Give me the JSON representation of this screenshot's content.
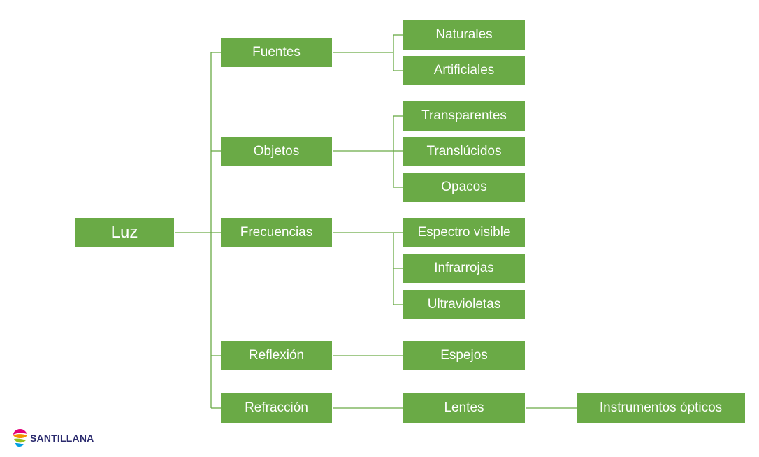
{
  "diagram": {
    "root": "Luz",
    "branches": [
      {
        "label": "Fuentes",
        "children": [
          "Naturales",
          "Artificiales"
        ]
      },
      {
        "label": "Objetos",
        "children": [
          "Transparentes",
          "Translúcidos",
          "Opacos"
        ]
      },
      {
        "label": "Frecuencias",
        "children": [
          "Espectro visible",
          "Infrarrojas",
          "Ultravioletas"
        ]
      },
      {
        "label": "Reflexión",
        "children": [
          "Espejos"
        ]
      },
      {
        "label": "Refracción",
        "children": [
          "Lentes"
        ],
        "grandchild": "Instrumentos ópticos"
      }
    ],
    "color": "#6aaa46"
  },
  "logo": {
    "name": "santillana-logo",
    "text": "SANTILLANA"
  }
}
